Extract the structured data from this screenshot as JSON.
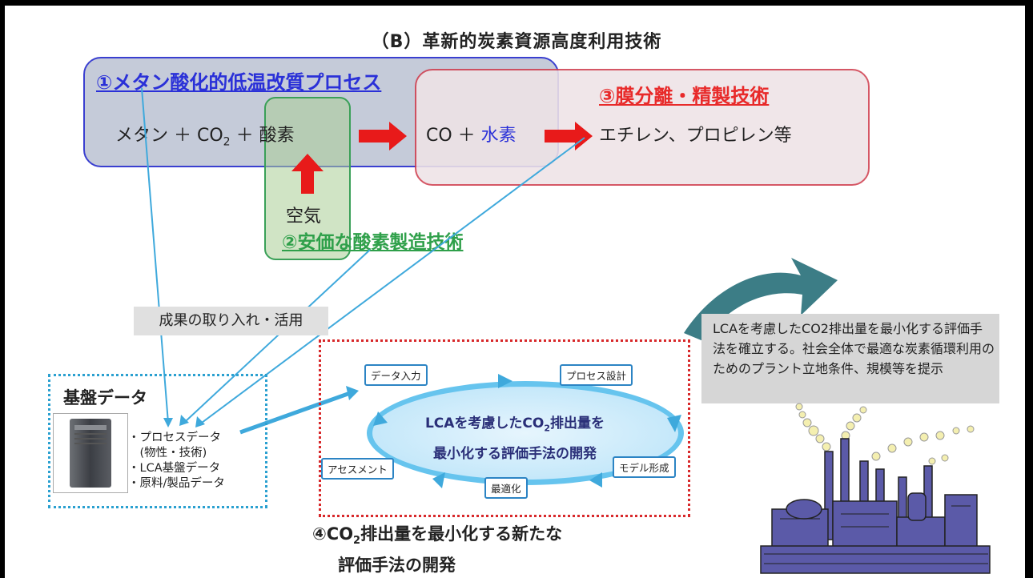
{
  "title": "（B）革新的炭素資源高度利用技術",
  "process1_label": "①メタン酸化的低温改質プロセス",
  "process3_label": "③膜分離・精製技術",
  "process2_label": "②安価な酸素製造技術",
  "equation": {
    "methane": "メタン ＋ CO",
    "sub2": "2",
    "plus_oxygen": " ＋ 酸素",
    "co_plus": "CO ＋ ",
    "hydrogen": "水素",
    "products": "エチレン、プロピレン等"
  },
  "air_label": "空気",
  "adoption_label": "成果の取り入れ・活用",
  "database": {
    "title": "基盤データ",
    "items": [
      "・プロセスデータ",
      "　(物性・技術)",
      "・LCA基盤データ",
      "・原料/製品データ"
    ]
  },
  "cycle": {
    "center_line1_a": "LCAを考慮したCO",
    "center_line1_sub": "2",
    "center_line1_b": "排出量を",
    "center_line2": "最小化する評価手法の開発",
    "steps": {
      "data_input": "データ入力",
      "process_design": "プロセス設計",
      "model": "モデル形成",
      "optimize": "最適化",
      "assessment": "アセスメント"
    }
  },
  "bottom_label": {
    "prefix": "④CO",
    "sub": "2",
    "line1_rest": "排出量を最小化する新たな",
    "line2": "評価手法の開発"
  },
  "note_text": "LCAを考慮したCO2排出量を最小化する評価手法を確立する。社会全体で最適な炭素循環利用のためのプラント立地条件、規模等を提示",
  "colors": {
    "process1": "#2a30d8",
    "process2": "#2fa04a",
    "process3": "#e82a2a",
    "arrow_red": "#e81a1a",
    "connector": "#3fa9dc"
  },
  "icons": [
    "server-icon",
    "factory-illustration",
    "curved-arrow-icon"
  ]
}
